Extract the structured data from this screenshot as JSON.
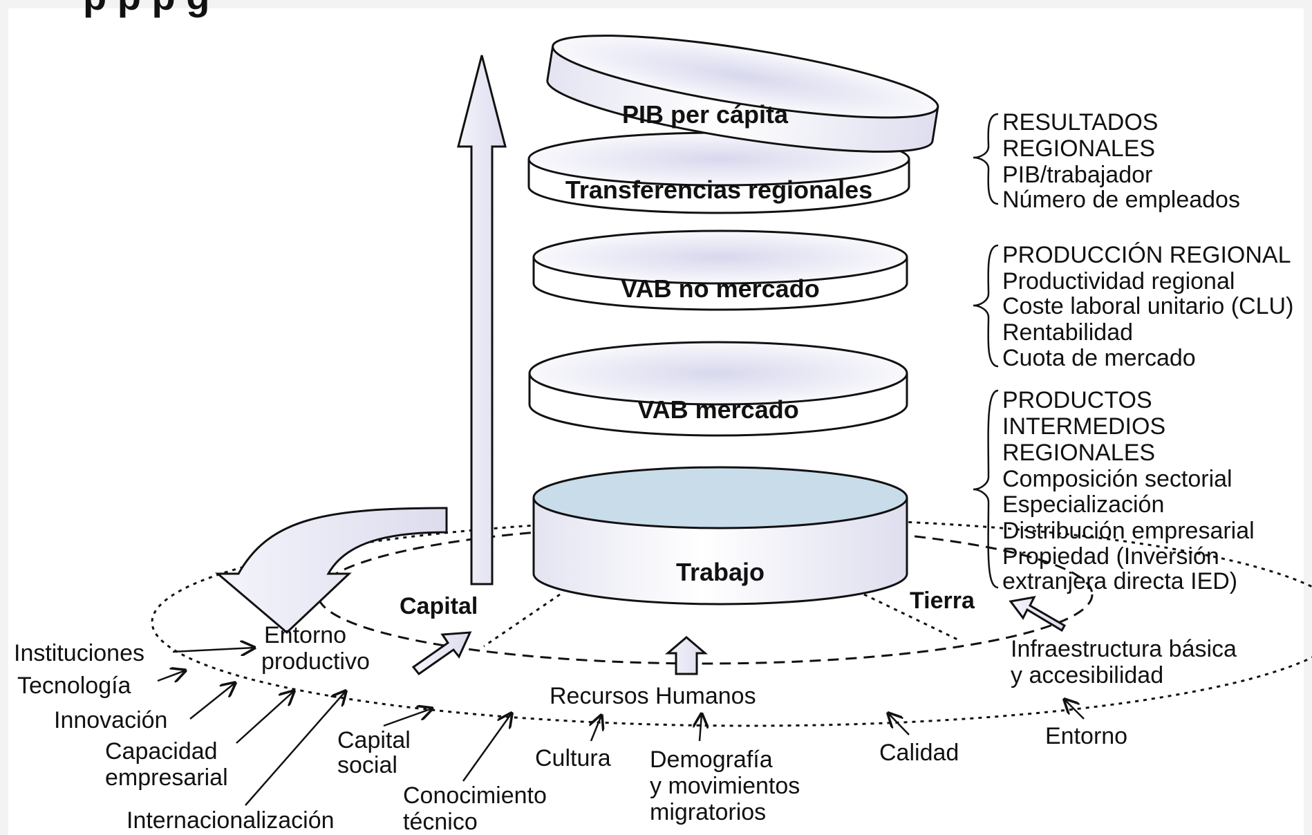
{
  "diagram": {
    "disks": {
      "pib_per_capita": "PIB per cápita",
      "transferencias": "Transferencias regionales",
      "vab_no_mercado": "VAB no mercado",
      "vab_mercado": "VAB mercado",
      "trabajo": "Trabajo"
    },
    "factors": {
      "capital": "Capital",
      "tierra": "Tierra"
    },
    "groups": {
      "resultados": [
        "RESULTADOS",
        "REGIONALES",
        "PIB/trabajador",
        "Número de empleados"
      ],
      "produccion": [
        "PRODUCCIÓN REGIONAL",
        "Productividad regional",
        "Coste laboral unitario (CLU)",
        "Rentabilidad",
        "Cuota de mercado"
      ],
      "productos": [
        "PRODUCTOS",
        "INTERMEDIOS",
        "REGIONALES",
        "Composición sectorial",
        "Especialización",
        "Distribución empresarial",
        "Propiedad (Inversión",
        "extranjera directa IED)"
      ]
    },
    "inner_labels": {
      "entorno_productivo": [
        "Entorno",
        "productivo"
      ],
      "recursos_humanos": "Recursos Humanos",
      "infraestructura": [
        "Infraestructura básica",
        "y accesibilidad"
      ]
    },
    "outer_labels": {
      "instituciones": "Instituciones",
      "tecnologia": "Tecnología",
      "innovacion": "Innovación",
      "capacidad": [
        "Capacidad",
        "empresarial"
      ],
      "internacionalizacion": "Internacionalización",
      "capital_social": [
        "Capital",
        "social"
      ],
      "conocimiento": [
        "Conocimiento",
        "técnico"
      ],
      "cultura": "Cultura",
      "demografia": [
        "Demografía",
        "y movimientos",
        "migratorios"
      ],
      "calidad": "Calidad",
      "entorno": "Entorno"
    }
  },
  "colors": {
    "disk_fill": "#ffffff",
    "disk_top_tint": "#e3e3f1",
    "trabajo_top": "#c9dcea",
    "arrow_fill": "#ececf6",
    "stroke": "#111111"
  }
}
